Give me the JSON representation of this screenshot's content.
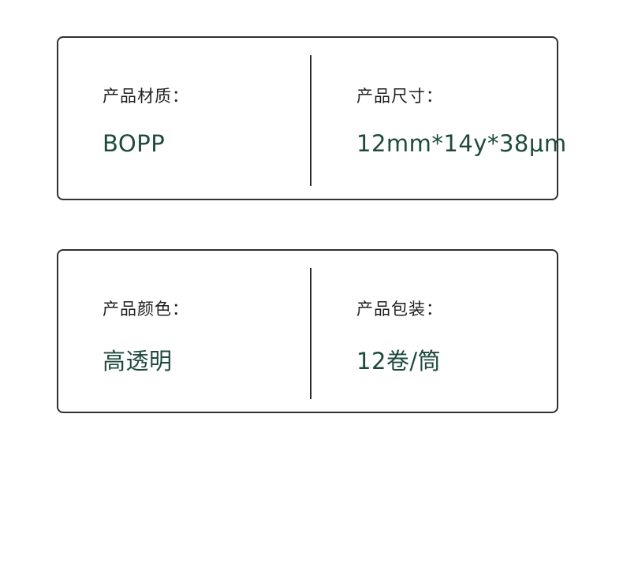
{
  "colors": {
    "border": "#2f3133",
    "label_text": "#1f1f1f",
    "value_text": "#1e4a3e"
  },
  "cards": [
    {
      "left": {
        "label": "产品材质：",
        "value": "BOPP"
      },
      "right": {
        "label": "产品尺寸：",
        "value": "12mm*14y*38μm"
      }
    },
    {
      "left": {
        "label": "产品颜色：",
        "value": "高透明"
      },
      "right": {
        "label": "产品包装：",
        "value": "12卷/筒"
      }
    }
  ]
}
